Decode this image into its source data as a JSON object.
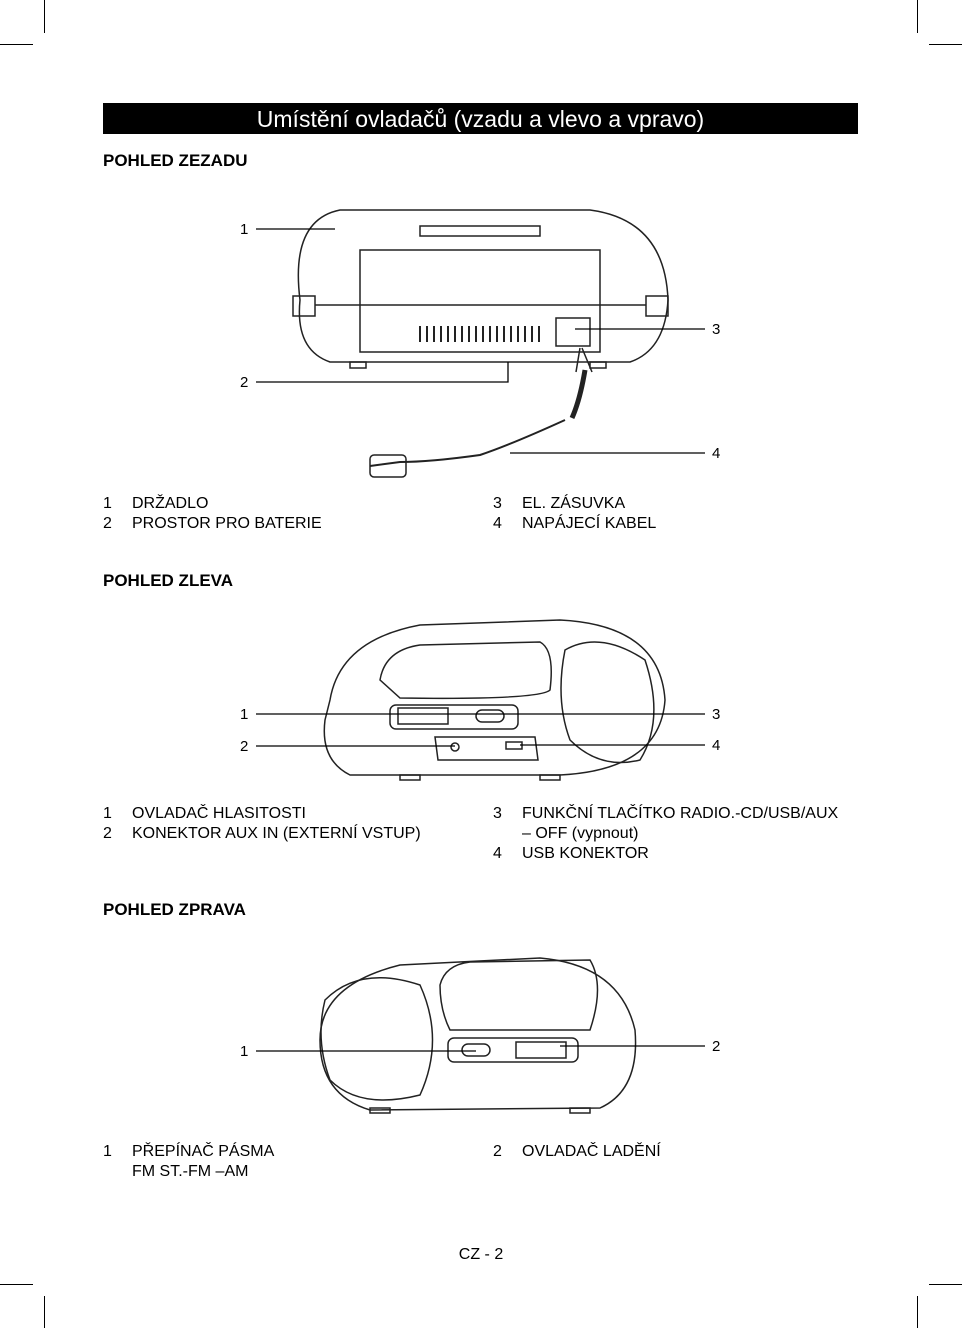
{
  "title": "Umístění ovladačů (vzadu a vlevo a vpravo)",
  "sections": [
    {
      "heading": "POHLED ZEZADU",
      "callouts": [
        "1",
        "2",
        "3",
        "4"
      ],
      "items": [
        {
          "n": "1",
          "t": "DRŽADLO"
        },
        {
          "n": "2",
          "t": "PROSTOR PRO BATERIE"
        },
        {
          "n": "3",
          "t": "EL. ZÁSUVKA"
        },
        {
          "n": "4",
          "t": "NAPÁJECÍ KABEL"
        }
      ]
    },
    {
      "heading": "POHLED ZLEVA",
      "callouts": [
        "1",
        "2",
        "3",
        "4"
      ],
      "items": [
        {
          "n": "1",
          "t": "OVLADAČ HLASITOSTI"
        },
        {
          "n": "2",
          "t": "KONEKTOR AUX IN (EXTERNÍ VSTUP)"
        },
        {
          "n": "3",
          "t": "FUNKČNÍ TLAČÍTKO RADIO.-CD/USB/AUX",
          "t2": "– OFF (vypnout)"
        },
        {
          "n": "4",
          "t": "USB KONEKTOR"
        }
      ]
    },
    {
      "heading": "POHLED ZPRAVA",
      "callouts": [
        "1",
        "2"
      ],
      "items": [
        {
          "n": "1",
          "t": "PŘEPÍNAČ PÁSMA",
          "t2": "FM ST.-FM –AM"
        },
        {
          "n": "2",
          "t": "OVLADAČ LADĚNÍ"
        }
      ]
    }
  ],
  "footer": "CZ - 2"
}
